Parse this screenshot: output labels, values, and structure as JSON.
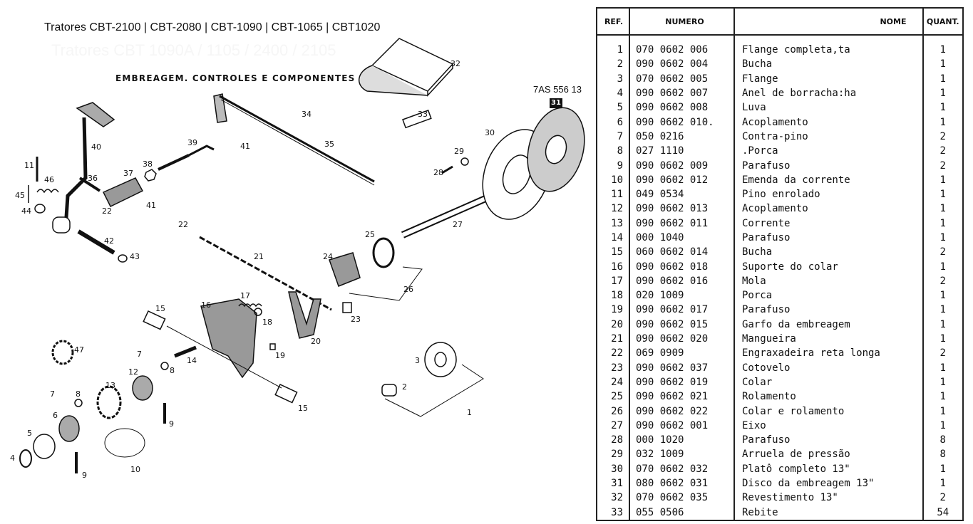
{
  "header": {
    "title": "Tratores CBT-2100 | CBT-2080 | CBT-1090 | CBT-1065 | CBT1020",
    "subtitle": "Tratores CBT 1090A / 1105 / 2400 / 2105",
    "section_title": "EMBREAGEM. CONTROLES E COMPONENTES",
    "diagram_code": "7AS 556 13"
  },
  "diagram": {
    "callouts": [
      "1",
      "2",
      "3",
      "4",
      "5",
      "6",
      "7",
      "7",
      "8",
      "8",
      "9",
      "9",
      "10",
      "11",
      "12",
      "13",
      "14",
      "15",
      "15",
      "16",
      "17",
      "18",
      "19",
      "20",
      "21",
      "22",
      "22",
      "23",
      "24",
      "25",
      "26",
      "27",
      "28",
      "29",
      "30",
      "31",
      "32",
      "33",
      "34",
      "35",
      "36",
      "37",
      "38",
      "39",
      "40",
      "41",
      "41",
      "42",
      "43",
      "44",
      "45",
      "46",
      "47"
    ],
    "highlight_callout": "31"
  },
  "table": {
    "headers": {
      "ref": "REF.",
      "numero": "NUMERO",
      "nome": "NOME",
      "quant": "QUANT."
    },
    "rows": [
      {
        "ref": "1",
        "numero": "070 0602 006",
        "nome": "Flange completa,ta",
        "quant": "1"
      },
      {
        "ref": "2",
        "numero": "090 0602 004",
        "nome": "Bucha",
        "quant": "1"
      },
      {
        "ref": "3",
        "numero": "070 0602 005",
        "nome": "Flange",
        "quant": "1"
      },
      {
        "ref": "4",
        "numero": "090 0602 007",
        "nome": "Anel de borracha:ha",
        "quant": "1"
      },
      {
        "ref": "5",
        "numero": "090 0602 008",
        "nome": "Luva",
        "quant": "1"
      },
      {
        "ref": "6",
        "numero": "090 0602 010.",
        "nome": "Acoplamento",
        "quant": "1"
      },
      {
        "ref": "7",
        "numero": "050 0216",
        "nome": "Contra-pino",
        "quant": "2"
      },
      {
        "ref": "8",
        "numero": "027 1110",
        "nome": ".Porca",
        "quant": "2"
      },
      {
        "ref": "9",
        "numero": "090 0602 009",
        "nome": "Parafuso",
        "quant": "2"
      },
      {
        "ref": "10",
        "numero": "090 0602 012",
        "nome": "Emenda da corrente",
        "quant": "1"
      },
      {
        "ref": "11",
        "numero": "049 0534",
        "nome": "Pino enrolado",
        "quant": "1"
      },
      {
        "ref": "12",
        "numero": "090 0602 013",
        "nome": "Acoplamento",
        "quant": "1"
      },
      {
        "ref": "13",
        "numero": "090 0602 011",
        "nome": "Corrente",
        "quant": "1"
      },
      {
        "ref": "14",
        "numero": "000 1040",
        "nome": "Parafuso",
        "quant": "1"
      },
      {
        "ref": "15",
        "numero": "060 0602 014",
        "nome": "Bucha",
        "quant": "2"
      },
      {
        "ref": "16",
        "numero": "090 0602 018",
        "nome": "Suporte do colar",
        "quant": "1"
      },
      {
        "ref": "17",
        "numero": "090 0602 016",
        "nome": "Mola",
        "quant": "2"
      },
      {
        "ref": "18",
        "numero": "020 1009",
        "nome": "Porca",
        "quant": "1"
      },
      {
        "ref": "19",
        "numero": "090 0602 017",
        "nome": "Parafuso",
        "quant": "1"
      },
      {
        "ref": "20",
        "numero": "090 0602 015",
        "nome": "Garfo da embreagem",
        "quant": "1"
      },
      {
        "ref": "21",
        "numero": "090 0602 020",
        "nome": "Mangueira",
        "quant": "1"
      },
      {
        "ref": "22",
        "numero": "069 0909",
        "nome": "Engraxadeira reta longa",
        "quant": "2"
      },
      {
        "ref": "23",
        "numero": "090 0602 037",
        "nome": "Cotovelo",
        "quant": "1"
      },
      {
        "ref": "24",
        "numero": "090 0602 019",
        "nome": "Colar",
        "quant": "1"
      },
      {
        "ref": "25",
        "numero": "090 0602 021",
        "nome": "Rolamento",
        "quant": "1"
      },
      {
        "ref": "26",
        "numero": "090 0602 022",
        "nome": "Colar e rolamento",
        "quant": "1"
      },
      {
        "ref": "27",
        "numero": "090 0602 001",
        "nome": "Eixo",
        "quant": "1"
      },
      {
        "ref": "28",
        "numero": "000 1020",
        "nome": "Parafuso",
        "quant": "8"
      },
      {
        "ref": "29",
        "numero": "032 1009",
        "nome": "Arruela de pressão",
        "quant": "8"
      },
      {
        "ref": "30",
        "numero": "070 0602 032",
        "nome": "Platô completo 13\"",
        "quant": "1"
      },
      {
        "ref": "31",
        "numero": "080 0602 031",
        "nome": "Disco da embreagem 13\"",
        "quant": "1"
      },
      {
        "ref": "32",
        "numero": "070 0602 035",
        "nome": "Revestimento 13\"",
        "quant": "2"
      },
      {
        "ref": "33",
        "numero": "055 0506",
        "nome": "Rebite",
        "quant": "54"
      }
    ]
  }
}
